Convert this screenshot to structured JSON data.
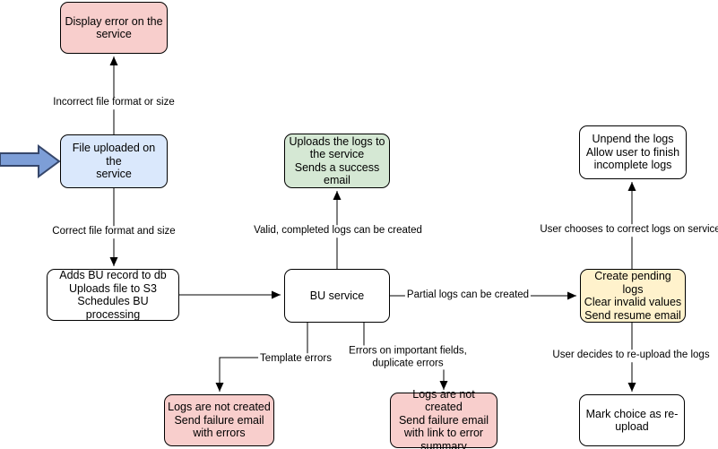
{
  "diagram": {
    "type": "flowchart",
    "nodes": {
      "display_error": {
        "label": "Display error on the\nservice",
        "fill": "#f8cecc"
      },
      "file_uploaded": {
        "label": "File uploaded on the\nservice",
        "fill": "#dae8fc"
      },
      "adds_bu_record": {
        "label": "Adds BU record to db\nUploads file to S3\nSchedules BU processing",
        "fill": "#ffffff"
      },
      "bu_service": {
        "label": "BU service",
        "fill": "#ffffff"
      },
      "uploads_logs": {
        "label": "Uploads the logs to\nthe service\nSends a success\nemail",
        "fill": "#d5e8d4"
      },
      "unpend_logs": {
        "label": "Unpend the logs\nAllow user to finish\nincomplete logs",
        "fill": "#ffffff"
      },
      "create_pending_logs": {
        "label": "Create pending logs\nClear invalid values\nSend resume email",
        "fill": "#fff2cc"
      },
      "mark_choice_reupload": {
        "label": "Mark choice as re-\nupload",
        "fill": "#ffffff"
      },
      "logs_not_created_errors": {
        "label": "Logs are not created\nSend failure email\nwith errors",
        "fill": "#f8cecc"
      },
      "logs_not_created_summary": {
        "label": "Logs are not created\nSend failure email\nwith link to error\nsummary",
        "fill": "#f8cecc"
      }
    },
    "edge_labels": {
      "incorrect_format": "Incorrect file format or size",
      "correct_format": "Correct file format and size",
      "valid_completed": "Valid, completed logs can be created",
      "partial_logs": "Partial logs can be created",
      "user_chooses_correct": "User chooses to correct logs on service",
      "user_decides_reupload": "User decides to re-upload the logs",
      "template_errors": "Template errors",
      "errors_important_fields": "Errors on important fields,\nduplicate errors"
    },
    "icons": {
      "entry_arrow": "block-arrow-right"
    },
    "palette": {
      "pink_fill": "#f8cecc",
      "blue_fill": "#dae8fc",
      "green_fill": "#d5e8d4",
      "yellow_fill": "#fff2cc",
      "white_fill": "#ffffff",
      "node_border": "#000000",
      "connector": "#000000",
      "text": "#000000",
      "entry_arrow_fill": "#7d9ed7",
      "entry_arrow_stroke": "#36476b"
    }
  }
}
